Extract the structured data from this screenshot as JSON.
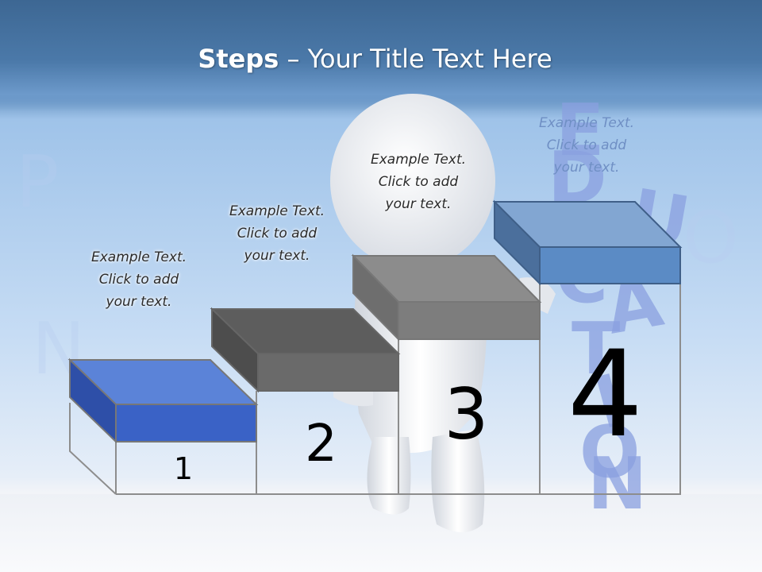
{
  "slide": {
    "title_bold": "Steps",
    "title_rest": " – Your Title Text Here"
  },
  "steps": [
    {
      "number": "1",
      "text": "Example Text.\nClick  to add\nyour text.",
      "color": "#3a62c6"
    },
    {
      "number": "2",
      "text": "Example Text.\nClick  to add\nyour text.",
      "color": "#6a6a6a"
    },
    {
      "number": "3",
      "text": "Example Text.\nClick  to add\nyour text.",
      "color": "#7d7d7d"
    },
    {
      "number": "4",
      "text": "Example Text.\nClick  to add\nyour text.",
      "color": "#5b8bc5"
    }
  ],
  "decor": {
    "letters": [
      "E",
      "D",
      "U",
      "C",
      "A",
      "T",
      "I",
      "O",
      "N"
    ],
    "letter_color": "#8aa0e0"
  }
}
